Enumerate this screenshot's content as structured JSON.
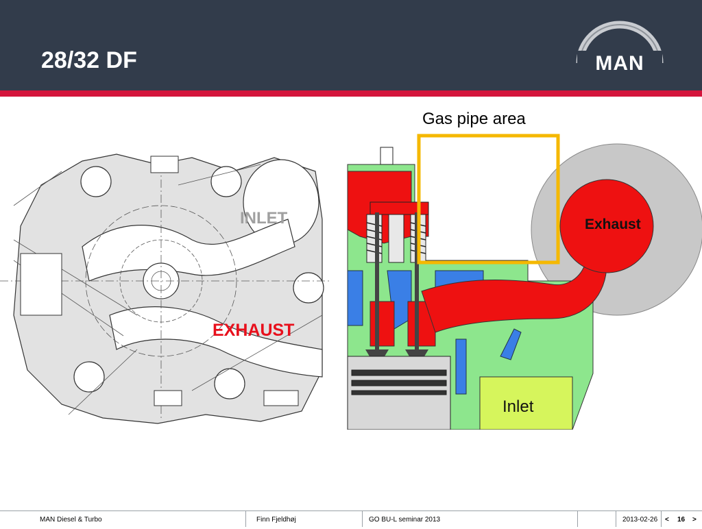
{
  "header": {
    "title": "28/32 DF",
    "logo_text": "MAN",
    "colors": {
      "band": "#323c4b",
      "accent_rule": "#d4153c"
    }
  },
  "diagram": {
    "labels": {
      "gas_pipe_area": "Gas pipe area",
      "inlet_left": "INLET",
      "exhaust_left": "EXHAUST",
      "exhaust_right": "Exhaust",
      "inlet_right": "Inlet"
    },
    "colors": {
      "exhaust": "#ee1111",
      "coolant": "#3a7fe6",
      "head_body": "#8de68d",
      "inlet_air": "#d6f55c",
      "highlight": "#f5b800",
      "casting": "#c8c8c8"
    }
  },
  "footer": {
    "company": "MAN Diesel & Turbo",
    "author": "Finn Fjeldhøj",
    "event": "GO BU-L seminar 2013",
    "date": "2013-02-26",
    "prev_label": "<",
    "page": "16",
    "next_label": ">"
  }
}
